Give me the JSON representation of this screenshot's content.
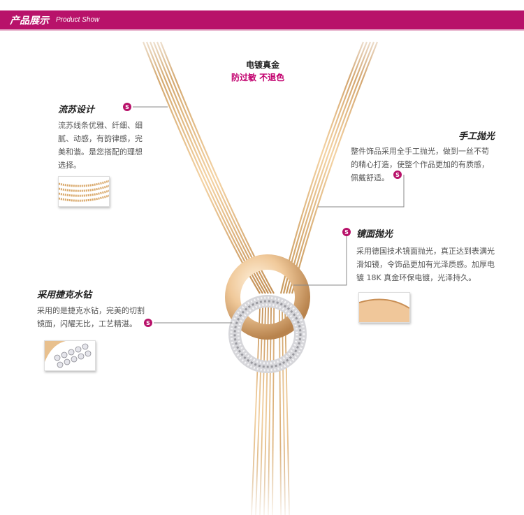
{
  "banner": {
    "title": "产品展示",
    "subtitle": "Product Show"
  },
  "center": {
    "line1": "电镀真金",
    "line2": "防过敏 不退色"
  },
  "features": {
    "tassel": {
      "title": "流苏设计",
      "body": [
        "流苏线条优雅、纤细、细",
        "腻、动感，有韵律感，完",
        "美和谐。是您搭配的理想",
        "选择。"
      ]
    },
    "handpolish": {
      "title": "手工抛光",
      "body": [
        "整件饰品采用全手工抛光，做到一丝不苟",
        "的精心打造，使整个作品更加的有质感，",
        "佩戴舒适。"
      ]
    },
    "mirror": {
      "title": "镜面抛光",
      "body": [
        "采用德国技术镜面抛光，真正达到表满光",
        "滑如镜，令饰品更加有光泽质感。加厚电",
        "镀 18K 真金环保电镀，光泽持久。"
      ]
    },
    "crystal": {
      "title": "采用捷克水钻",
      "body": [
        "采用的是捷克水钻，完美的切割",
        "镜面，闪耀无比，工艺精湛。"
      ]
    }
  },
  "colors": {
    "accent": "#b8126a",
    "gold": "#e3b57a",
    "silver": "#d8d8dc"
  },
  "icons": {
    "marker": "s-circle-icon"
  }
}
